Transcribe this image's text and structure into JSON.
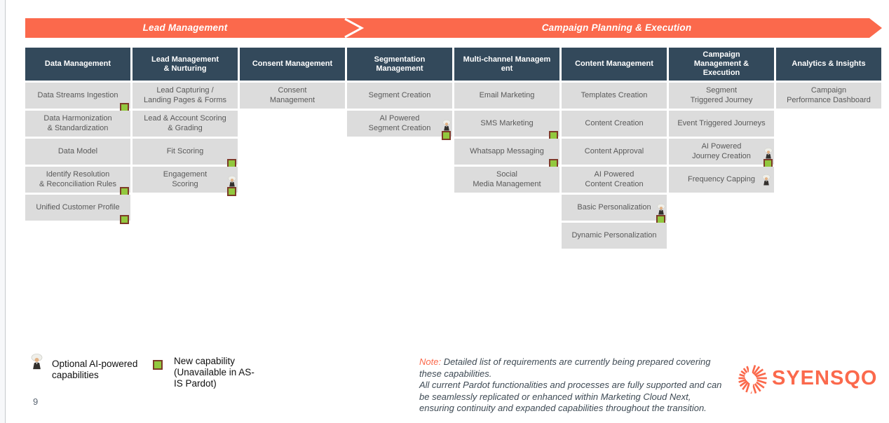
{
  "banner": {
    "segments": [
      {
        "label": "Lead Management"
      },
      {
        "label": "Campaign Planning & Execution"
      }
    ]
  },
  "columns": [
    {
      "header": "Data Management",
      "cells": [
        {
          "label": "Data Streams Ingestion",
          "row": 1,
          "new_capability": true,
          "ai_powered": false
        },
        {
          "label": "Data Harmonization\n& Standardization",
          "row": 2,
          "new_capability": false,
          "ai_powered": false
        },
        {
          "label": "Data Model",
          "row": 3,
          "new_capability": false,
          "ai_powered": false
        },
        {
          "label": "Identify Resolution\n& Reconciliation Rules",
          "row": 4,
          "new_capability": true,
          "ai_powered": false
        },
        {
          "label": "Unified Customer Profile",
          "row": 5,
          "new_capability": true,
          "ai_powered": false
        }
      ]
    },
    {
      "header": "Lead Management\n& Nurturing",
      "cells": [
        {
          "label": "Lead Capturing /\nLanding Pages & Forms",
          "row": 1,
          "new_capability": false,
          "ai_powered": false
        },
        {
          "label": "Lead & Account Scoring\n& Grading",
          "row": 2,
          "new_capability": false,
          "ai_powered": false
        },
        {
          "label": "Fit Scoring",
          "row": 3,
          "new_capability": true,
          "ai_powered": false
        },
        {
          "label": "Engagement\nScoring",
          "row": 4,
          "new_capability": true,
          "ai_powered": true
        }
      ]
    },
    {
      "header": "Consent Management",
      "cells": [
        {
          "label": "Consent\nManagement",
          "row": 1,
          "new_capability": false,
          "ai_powered": false
        }
      ]
    },
    {
      "header": "Segmentation\nManagement",
      "cells": [
        {
          "label": "Segment Creation",
          "row": 1,
          "new_capability": false,
          "ai_powered": false
        },
        {
          "label": "AI Powered\nSegment Creation",
          "row": 2,
          "new_capability": true,
          "ai_powered": true
        }
      ]
    },
    {
      "header": "Multi-channel Managem\nent",
      "cells": [
        {
          "label": "Email Marketing",
          "row": 1,
          "new_capability": false,
          "ai_powered": false
        },
        {
          "label": "SMS Marketing",
          "row": 2,
          "new_capability": true,
          "ai_powered": false
        },
        {
          "label": "Whatsapp Messaging",
          "row": 3,
          "new_capability": true,
          "ai_powered": false
        },
        {
          "label": "Social\nMedia Management",
          "row": 4,
          "new_capability": false,
          "ai_powered": false
        }
      ]
    },
    {
      "header": "Content Management",
      "cells": [
        {
          "label": "Templates Creation",
          "row": 1,
          "new_capability": false,
          "ai_powered": false
        },
        {
          "label": "Content Creation",
          "row": 2,
          "new_capability": false,
          "ai_powered": false
        },
        {
          "label": "Content Approval",
          "row": 3,
          "new_capability": false,
          "ai_powered": false
        },
        {
          "label": "AI Powered\nContent Creation",
          "row": 4,
          "new_capability": false,
          "ai_powered": false
        },
        {
          "label": "Basic Personalization",
          "row": 5,
          "new_capability": true,
          "ai_powered": true
        },
        {
          "label": "Dynamic Personalization",
          "row": 6,
          "new_capability": false,
          "ai_powered": false
        }
      ]
    },
    {
      "header": "Campaign\nManagement &\nExecution",
      "cells": [
        {
          "label": "Segment\nTriggered Journey",
          "row": 1,
          "new_capability": false,
          "ai_powered": false
        },
        {
          "label": "Event Triggered Journeys",
          "row": 2,
          "new_capability": false,
          "ai_powered": false
        },
        {
          "label": "AI Powered\nJourney Creation",
          "row": 3,
          "new_capability": true,
          "ai_powered": true
        },
        {
          "label": "Frequency Capping",
          "row": 4,
          "new_capability": false,
          "ai_powered": true
        }
      ]
    },
    {
      "header": "Analytics & Insights",
      "cells": [
        {
          "label": "Campaign\nPerformance Dashboard",
          "row": 1,
          "new_capability": false,
          "ai_powered": false
        }
      ]
    }
  ],
  "legend": {
    "ai_label": "Optional AI-powered capabilities",
    "new_label": "New capability (Unavailable in AS-IS Pardot)"
  },
  "note": {
    "prefix": "Note:",
    "body": " Detailed list of requirements are currently being prepared covering these capabilities.\nAll current Pardot functionalities and processes are fully supported and can be seamlessly replicated or enhanced within Marketing Cloud Next, ensuring continuity and expanded capabilities throughout the transition."
  },
  "logo": {
    "text": "SYENSQO"
  },
  "page_number": "9",
  "colors": {
    "accent_orange": "#FB694C",
    "header_dark": "#33495B",
    "cell_gray": "#DCDCDC",
    "new_capability_green": "#92C83E",
    "green_border_brown": "#7D3A28"
  }
}
